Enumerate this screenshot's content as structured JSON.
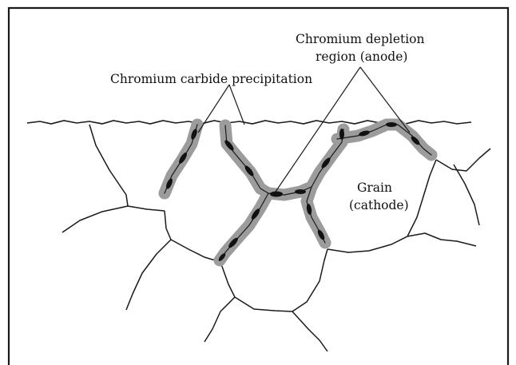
{
  "figure": {
    "labels": {
      "carbide": "Chromium carbide precipitation",
      "depletion_line1": "Chromium depletion",
      "depletion_line2": "region (anode)",
      "grain_line1": "Grain",
      "grain_line2": "(cathode)"
    },
    "colors": {
      "border": "#1a1a1a",
      "boundary": "#1a1a1a",
      "depletion_zone": "#9c9c9c",
      "carbide": "#111111",
      "background": "#ffffff"
    }
  }
}
